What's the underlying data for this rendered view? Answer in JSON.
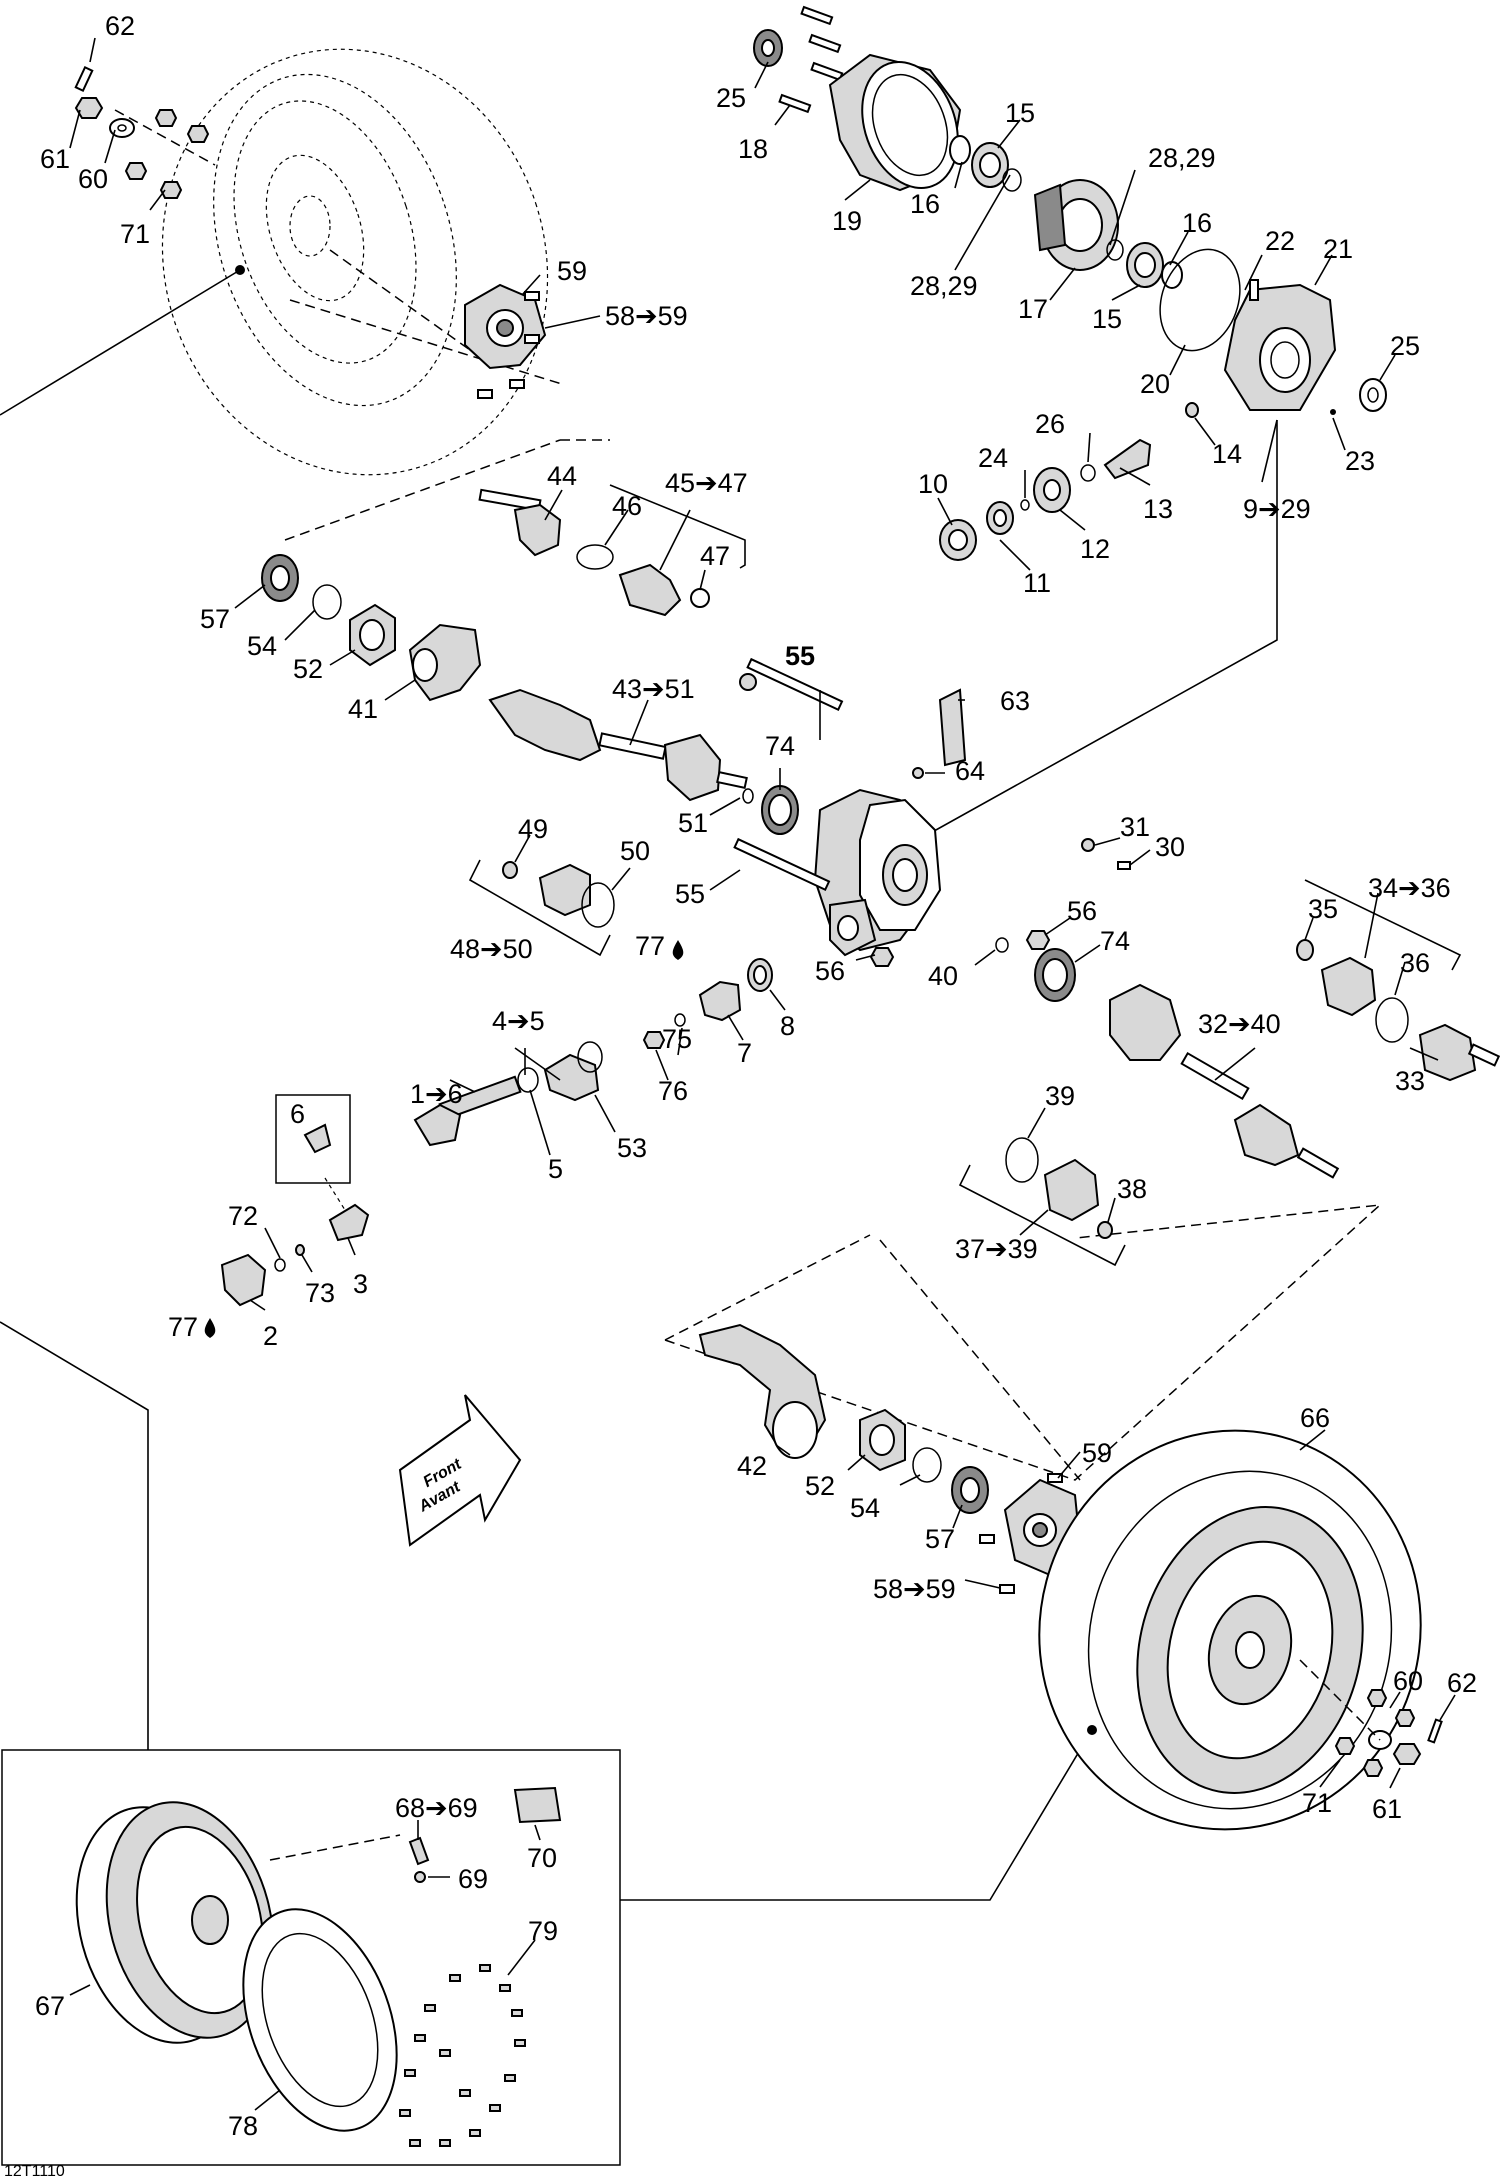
{
  "document_code": "12T1110",
  "direction_arrow": {
    "line1": "Front",
    "line2": "Avant"
  },
  "labels": [
    {
      "id": "62a",
      "text": "62"
    },
    {
      "id": "61a",
      "text": "61"
    },
    {
      "id": "60a",
      "text": "60"
    },
    {
      "id": "71a",
      "text": "71"
    },
    {
      "id": "59a",
      "text": "59"
    },
    {
      "id": "58a",
      "text": "58➔59"
    },
    {
      "id": "25a",
      "text": "25"
    },
    {
      "id": "18",
      "text": "18"
    },
    {
      "id": "15a",
      "text": "15"
    },
    {
      "id": "16a",
      "text": "16"
    },
    {
      "id": "19",
      "text": "19"
    },
    {
      "id": "28a",
      "text": "28,29"
    },
    {
      "id": "28b",
      "text": "28,29"
    },
    {
      "id": "16b",
      "text": "16"
    },
    {
      "id": "17",
      "text": "17"
    },
    {
      "id": "15b",
      "text": "15"
    },
    {
      "id": "22",
      "text": "22"
    },
    {
      "id": "21",
      "text": "21"
    },
    {
      "id": "20",
      "text": "20"
    },
    {
      "id": "25b",
      "text": "25"
    },
    {
      "id": "23",
      "text": "23"
    },
    {
      "id": "26",
      "text": "26"
    },
    {
      "id": "24",
      "text": "24"
    },
    {
      "id": "10",
      "text": "10"
    },
    {
      "id": "14",
      "text": "14"
    },
    {
      "id": "13",
      "text": "13"
    },
    {
      "id": "12",
      "text": "12"
    },
    {
      "id": "11",
      "text": "11"
    },
    {
      "id": "9",
      "text": "9➔29"
    },
    {
      "id": "44",
      "text": "44"
    },
    {
      "id": "46",
      "text": "46"
    },
    {
      "id": "45",
      "text": "45➔47"
    },
    {
      "id": "47",
      "text": "47"
    },
    {
      "id": "57a",
      "text": "57"
    },
    {
      "id": "54a",
      "text": "54"
    },
    {
      "id": "52a",
      "text": "52"
    },
    {
      "id": "41",
      "text": "41"
    },
    {
      "id": "43",
      "text": "43➔51"
    },
    {
      "id": "55a",
      "text": "55"
    },
    {
      "id": "63",
      "text": "63"
    },
    {
      "id": "74a",
      "text": "74"
    },
    {
      "id": "64",
      "text": "64"
    },
    {
      "id": "51",
      "text": "51"
    },
    {
      "id": "49",
      "text": "49"
    },
    {
      "id": "50",
      "text": "50"
    },
    {
      "id": "48",
      "text": "48➔50"
    },
    {
      "id": "55b",
      "text": "55"
    },
    {
      "id": "31",
      "text": "31"
    },
    {
      "id": "30",
      "text": "30"
    },
    {
      "id": "35",
      "text": "35"
    },
    {
      "id": "34",
      "text": "34➔36"
    },
    {
      "id": "36",
      "text": "36"
    },
    {
      "id": "56a",
      "text": "56"
    },
    {
      "id": "74b",
      "text": "74"
    },
    {
      "id": "56b",
      "text": "56"
    },
    {
      "id": "40",
      "text": "40"
    },
    {
      "id": "77a",
      "text": "77"
    },
    {
      "id": "8",
      "text": "8"
    },
    {
      "id": "7",
      "text": "7"
    },
    {
      "id": "75",
      "text": "75"
    },
    {
      "id": "76",
      "text": "76"
    },
    {
      "id": "4",
      "text": "4➔5"
    },
    {
      "id": "53",
      "text": "53"
    },
    {
      "id": "1",
      "text": "1➔6"
    },
    {
      "id": "5",
      "text": "5"
    },
    {
      "id": "32",
      "text": "32➔40"
    },
    {
      "id": "33",
      "text": "33"
    },
    {
      "id": "39",
      "text": "39"
    },
    {
      "id": "38",
      "text": "38"
    },
    {
      "id": "37",
      "text": "37➔39"
    },
    {
      "id": "6",
      "text": "6"
    },
    {
      "id": "72",
      "text": "72"
    },
    {
      "id": "73",
      "text": "73"
    },
    {
      "id": "3",
      "text": "3"
    },
    {
      "id": "77b",
      "text": "77"
    },
    {
      "id": "2",
      "text": "2"
    },
    {
      "id": "66",
      "text": "66"
    },
    {
      "id": "42",
      "text": "42"
    },
    {
      "id": "52b",
      "text": "52"
    },
    {
      "id": "54b",
      "text": "54"
    },
    {
      "id": "59b",
      "text": "59"
    },
    {
      "id": "57b",
      "text": "57"
    },
    {
      "id": "58b",
      "text": "58➔59"
    },
    {
      "id": "60b",
      "text": "60"
    },
    {
      "id": "62b",
      "text": "62"
    },
    {
      "id": "71b",
      "text": "71"
    },
    {
      "id": "61b",
      "text": "61"
    },
    {
      "id": "68",
      "text": "68➔69"
    },
    {
      "id": "70",
      "text": "70"
    },
    {
      "id": "69",
      "text": "69"
    },
    {
      "id": "79",
      "text": "79"
    },
    {
      "id": "67",
      "text": "67"
    },
    {
      "id": "78",
      "text": "78"
    }
  ]
}
